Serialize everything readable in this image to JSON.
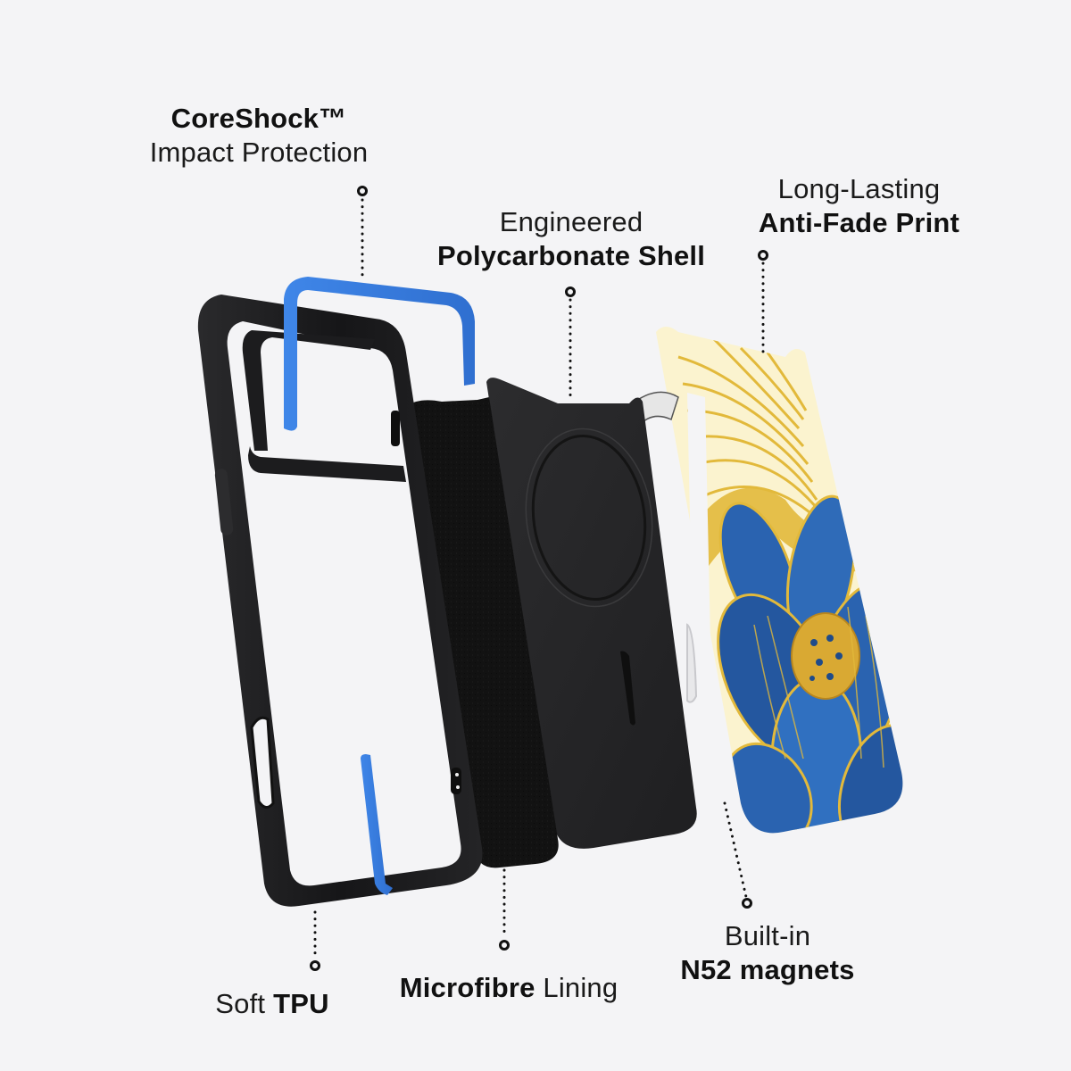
{
  "diagram": {
    "title": "Phone case exploded-view layer diagram",
    "background_color": "#f4f4f6",
    "accent_colors": {
      "tpu_frame": "#1b1b1d",
      "coreshock_insert": "#3a7fe0",
      "microfibre": "#111111",
      "polycarbonate_shell": "#2b2b2d",
      "magnet_ring": "#d9d9d9",
      "print_cream": "#fbf3cf",
      "print_gold": "#e2b93b",
      "print_blue": "#2a63b0"
    }
  },
  "callouts": {
    "coreshock": {
      "bold": "CoreShock™",
      "light": "Impact Protection",
      "target": "blue-coreshock-insert"
    },
    "polycarbonate": {
      "light": "Engineered",
      "bold": "Polycarbonate Shell",
      "target": "black-back-shell"
    },
    "antifade": {
      "light": "Long-Lasting",
      "bold": "Anti-Fade Print",
      "target": "printed-back-plate"
    },
    "tpu": {
      "light": "Soft",
      "bold": "TPU",
      "target": "bumper-frame"
    },
    "microfibre": {
      "bold": "Microfibre",
      "light": "Lining",
      "target": "microfibre-lining"
    },
    "magnets": {
      "light": "Built-in",
      "bold": "N52 magnets",
      "target": "magnet-ring"
    }
  }
}
